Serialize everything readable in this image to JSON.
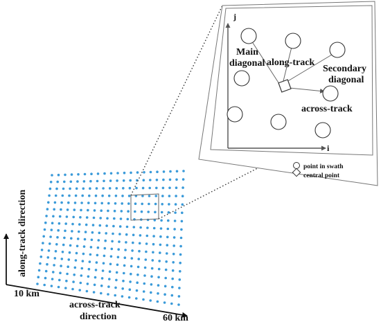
{
  "colors": {
    "dot": "#3a9ad9",
    "line": "#555555",
    "ink": "#111111"
  },
  "grid": {
    "cols": 21,
    "rows": 17
  },
  "axes": {
    "along_track_label": "along-track direction",
    "across_track_label_line1": "across-track",
    "across_track_label_line2": "direction",
    "left_km": "10 km",
    "right_km": "60 km"
  },
  "inset": {
    "j_label": "j",
    "i_label": "i",
    "main_diag_line1": "Main",
    "main_diag_line2": "diagonal",
    "along_track": "along-track",
    "secondary_diag_line1": "Secondary",
    "secondary_diag_line2": "diagonal",
    "across_track": "across-track"
  },
  "legend": {
    "point_in_swath": "point in swath",
    "central_point": "central point"
  }
}
